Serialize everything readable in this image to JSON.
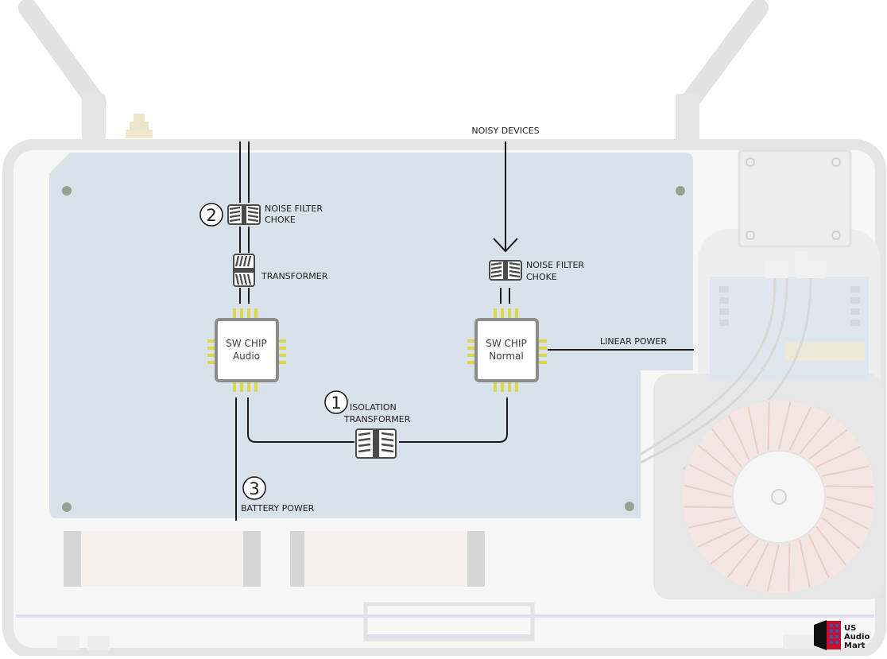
{
  "labels": {
    "noisy_devices": "NOISY DEVICES",
    "noise_filter_choke_top_1": "NOISE FILTER",
    "noise_filter_choke_top_2": "CHOKE",
    "transformer": "TRANSFORMER",
    "noise_filter_choke_right_1": "NOISE FILTER",
    "noise_filter_choke_right_2": "CHOKE",
    "linear_power": "LINEAR POWER",
    "isolation_transformer_1": "ISOLATION",
    "isolation_transformer_2": "TRANSFORMER",
    "battery_power": "BATTERY POWER"
  },
  "chips": {
    "audio": {
      "line1": "SW CHIP",
      "line2": "Audio"
    },
    "normal": {
      "line1": "SW CHIP",
      "line2": "Normal"
    }
  },
  "markers": {
    "one": "1",
    "two": "2",
    "three": "3"
  },
  "logo": {
    "line1": "US",
    "line2": "Audio",
    "line3": "Mart"
  },
  "colors": {
    "board": "#d9e1ea",
    "chassis_outline": "#e6e6e6",
    "chassis_fill": "#f4f4f4",
    "chip_border": "#8c8c8c",
    "chip_pins": "#d8d84a",
    "wires": "#1a1a1a",
    "toroid": "#f3e3e0"
  }
}
